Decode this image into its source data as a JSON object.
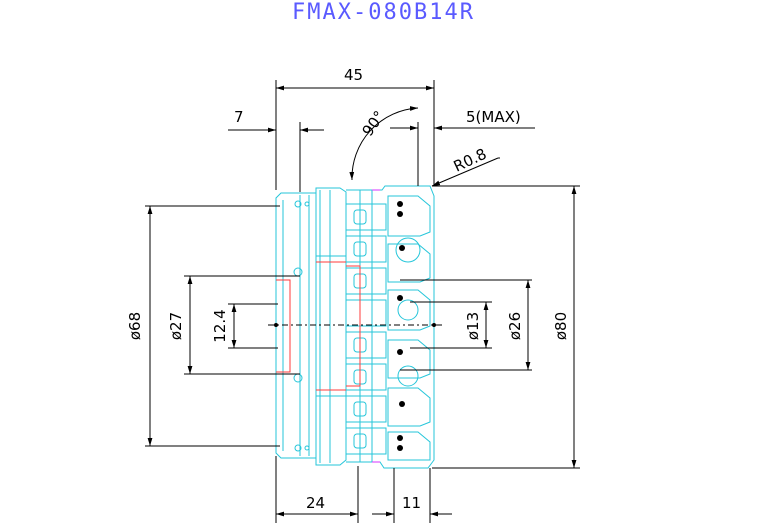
{
  "title": "FMAX-080B14R",
  "dimensions": {
    "length_overall": "45",
    "flange_width": "7",
    "angle": "90°",
    "max_depth": "5(MAX)",
    "corner_radius": "R0.8",
    "dia_68": "ø68",
    "dia_27": "ø27",
    "dim_12_4": "12.4",
    "dia_13": "ø13",
    "dia_26": "ø26",
    "dia_80": "ø80",
    "dim_24": "24",
    "dim_11": "11"
  },
  "colors": {
    "body": "#26c6da",
    "dimension": "#000000",
    "inserts": "#ff3b3b",
    "title": "#5a5aff"
  }
}
